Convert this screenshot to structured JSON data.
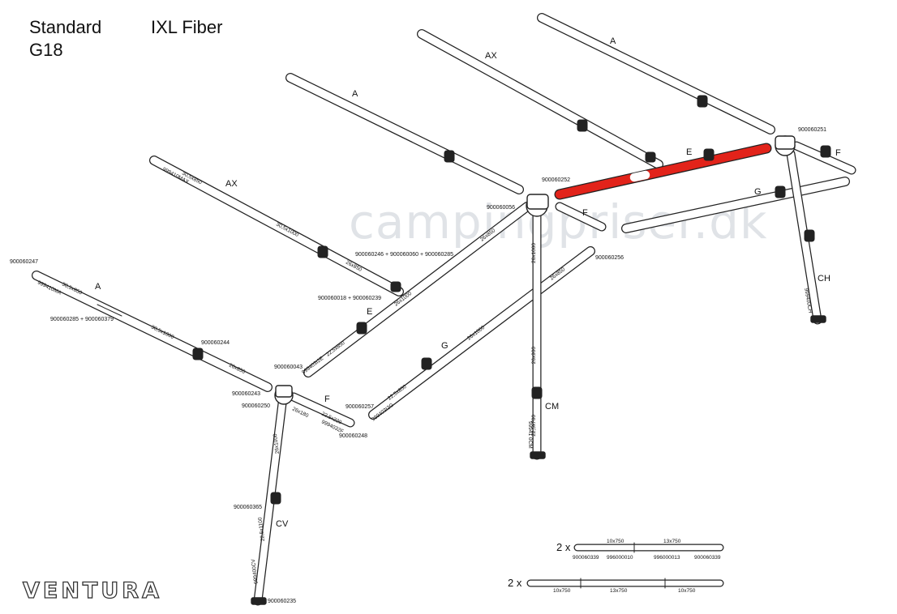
{
  "header": {
    "col1_line1": "Standard",
    "col1_line2": "G18",
    "col2_line1": "IXL Fiber"
  },
  "brand": "VENTURA",
  "watermark": "campingpriser.dk",
  "colors": {
    "highlight": "#e2231a",
    "pole_stroke": "#222222",
    "pole_fill": "#ffffff"
  },
  "labels": {
    "A": "A",
    "AX": "AX",
    "E": "E",
    "F": "F",
    "G": "G",
    "CH": "CH",
    "CM": "CM",
    "CV": "CV",
    "qty": "2 x",
    "d_30x850": "30,5x850",
    "d_30x1000": "30,5x1000",
    "d_26x850": "26x850",
    "d_22x850": "22,5x850",
    "d_26x1000": "26x1000",
    "d_22x1100": "22,5x1100",
    "d_22x700": "22,5x700",
    "d_26x180": "26x180",
    "d_22x220": "22,5x220",
    "d_26x900": "26x900",
    "d_10x750": "10x750",
    "d_13x750": "13x750",
    "c_99941": "999410MA",
    "c_ax": "999410MAX",
    "c_2e": "999403I2E",
    "c_2g": "999403I2G",
    "c_2f": "9994032F",
    "c_cm": "99941 0CM",
    "c_cv": "999400CV",
    "c_ch": "999400CH"
  },
  "part_numbers": {
    "p247": "900060247",
    "p285_379": "900060285 + 900060379",
    "p244": "900060244",
    "p243": "900060243",
    "p250": "900060250",
    "p248": "900060248",
    "p365": "900060365",
    "p235": "900060235",
    "p018_239": "900060018 + 900060239",
    "p043": "900060043",
    "p257": "900060257",
    "p246": "900060246 + 900060060 + 900060285",
    "p056": "900060056",
    "p252": "900060252",
    "p256": "900060256",
    "p251": "900060251",
    "p339": "900060339",
    "p010": "996000010",
    "p013": "996000013"
  }
}
